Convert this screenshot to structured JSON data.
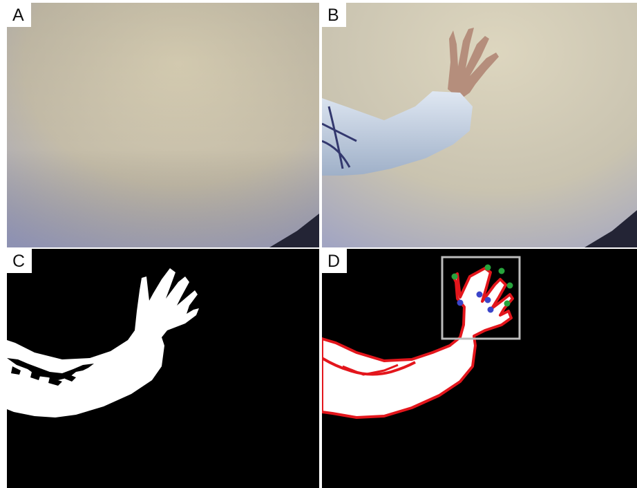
{
  "panels": [
    {
      "id": "A",
      "label": "A",
      "content": "empty-background-photo"
    },
    {
      "id": "B",
      "label": "B",
      "content": "raised-arm-photo"
    },
    {
      "id": "C",
      "label": "C",
      "content": "binary-segmentation-mask"
    },
    {
      "id": "D",
      "label": "D",
      "content": "contour-and-fingertip-detection"
    }
  ],
  "colors": {
    "wall_light": "#d4cdb8",
    "wall_dark": "#a8a7bf",
    "sleeve": "#c9d4e3",
    "mask": "#ffffff",
    "contour": "#e3161c",
    "fingertip": "#27a33c",
    "finger_valley": "#3b45c9",
    "bounding_box": "#bcbcbc",
    "background_mask": "#000000"
  }
}
